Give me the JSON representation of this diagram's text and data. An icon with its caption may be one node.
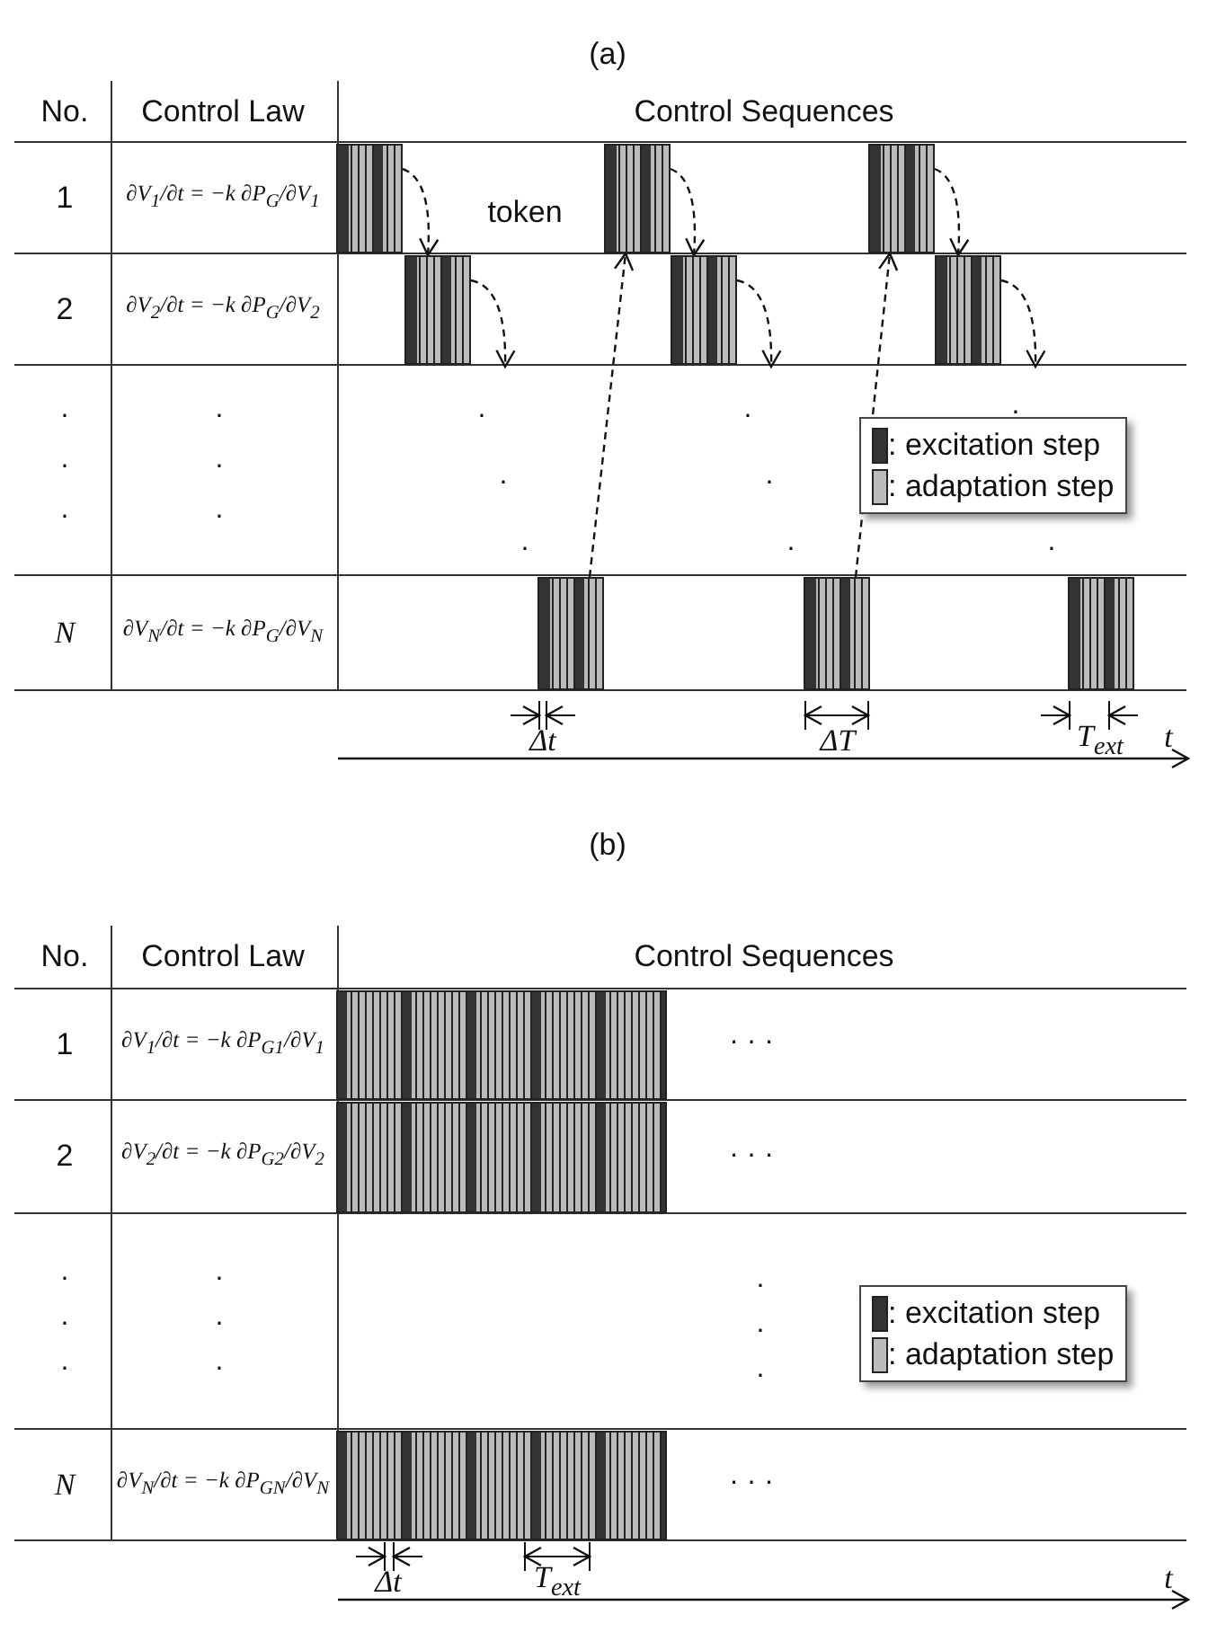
{
  "diagram": {
    "nodes": [
      {
        "text": [],
        "shape": "bar"
      },
      {
        "text": [],
        "shape": "bar"
      },
      {
        "text": [],
        "shape": "bar"
      },
      {
        "text": [],
        "shape": "bar"
      },
      {
        "text": [],
        "shape": "bar"
      },
      {
        "text": [],
        "shape": "bar"
      },
      {
        "text": [],
        "shape": "bar"
      },
      {
        "text": [],
        "shape": "bar"
      },
      {
        "text": [],
        "shape": "bar"
      },
      {
        "text": [],
        "shape": "bar"
      },
      {
        "text": [],
        "shape": "bar"
      },
      {
        "text": [],
        "shape": "bar"
      }
    ],
    "edges": [
      {
        "from": 0,
        "to": 3,
        "arrow": "to",
        "style": "dashed"
      },
      {
        "from": 3,
        "to": null,
        "arrow": "to",
        "style": "dashed"
      },
      {
        "from": 6,
        "to": 1,
        "arrow": "to",
        "style": "dashed"
      },
      {
        "from": 1,
        "to": 4,
        "arrow": "to",
        "style": "dashed"
      },
      {
        "from": 4,
        "to": null,
        "arrow": "to",
        "style": "dashed"
      },
      {
        "from": 7,
        "to": 2,
        "arrow": "to",
        "style": "dashed"
      },
      {
        "from": 2,
        "to": 5,
        "arrow": "to",
        "style": "dashed"
      },
      {
        "from": 5,
        "to": null,
        "arrow": "to",
        "style": "dashed"
      }
    ],
    "labels": [
      "(a)",
      "No.",
      "Control Law",
      "Control Sequences",
      "1",
      "∂V$_{1}$/∂t = −k ∂P$_{G}$/∂V$_{1}$",
      "token",
      "2",
      "∂V$_{2}$/∂t = −k ∂P$_{G}$/∂V$_{2}$",
      ".",
      ".",
      ".",
      ".",
      ".",
      ".",
      ".",
      ".",
      ".",
      ".",
      ".",
      ".",
      ".",
      ".",
      "N",
      "∂V$_{N}$/∂t = −k ∂P$_{G}$/∂V$_{N}$",
      "Δt",
      "ΔT",
      "T$_{ext}$",
      "t",
      "(b)",
      "No.",
      "Control Law",
      "Control Sequences",
      "1",
      "∂V$_{1}$/∂t = −k ∂P$_{G1}$/∂V$_{1}$",
      "· · ·",
      "2",
      "∂V$_{2}$/∂t = −k ∂P$_{G2}$/∂V$_{2}$",
      "· · ·",
      ".",
      ".",
      ".",
      ".",
      ".",
      ".",
      ".",
      ".",
      ".",
      "N",
      "∂V$_{N}$/∂t = −k ∂P$_{GN}$/∂V$_{N}$",
      "· · ·",
      "Δt",
      "T$_{ext}$",
      "t"
    ],
    "legend": [
      {
        "text": ": excitation step",
        "color": "#333333"
      },
      {
        "text": ": adaptation step",
        "color": "#bbbbbb"
      },
      {
        "text": ": excitation step",
        "color": "#333333"
      },
      {
        "text": ": adaptation step",
        "color": "#bbbbbb"
      }
    ]
  }
}
